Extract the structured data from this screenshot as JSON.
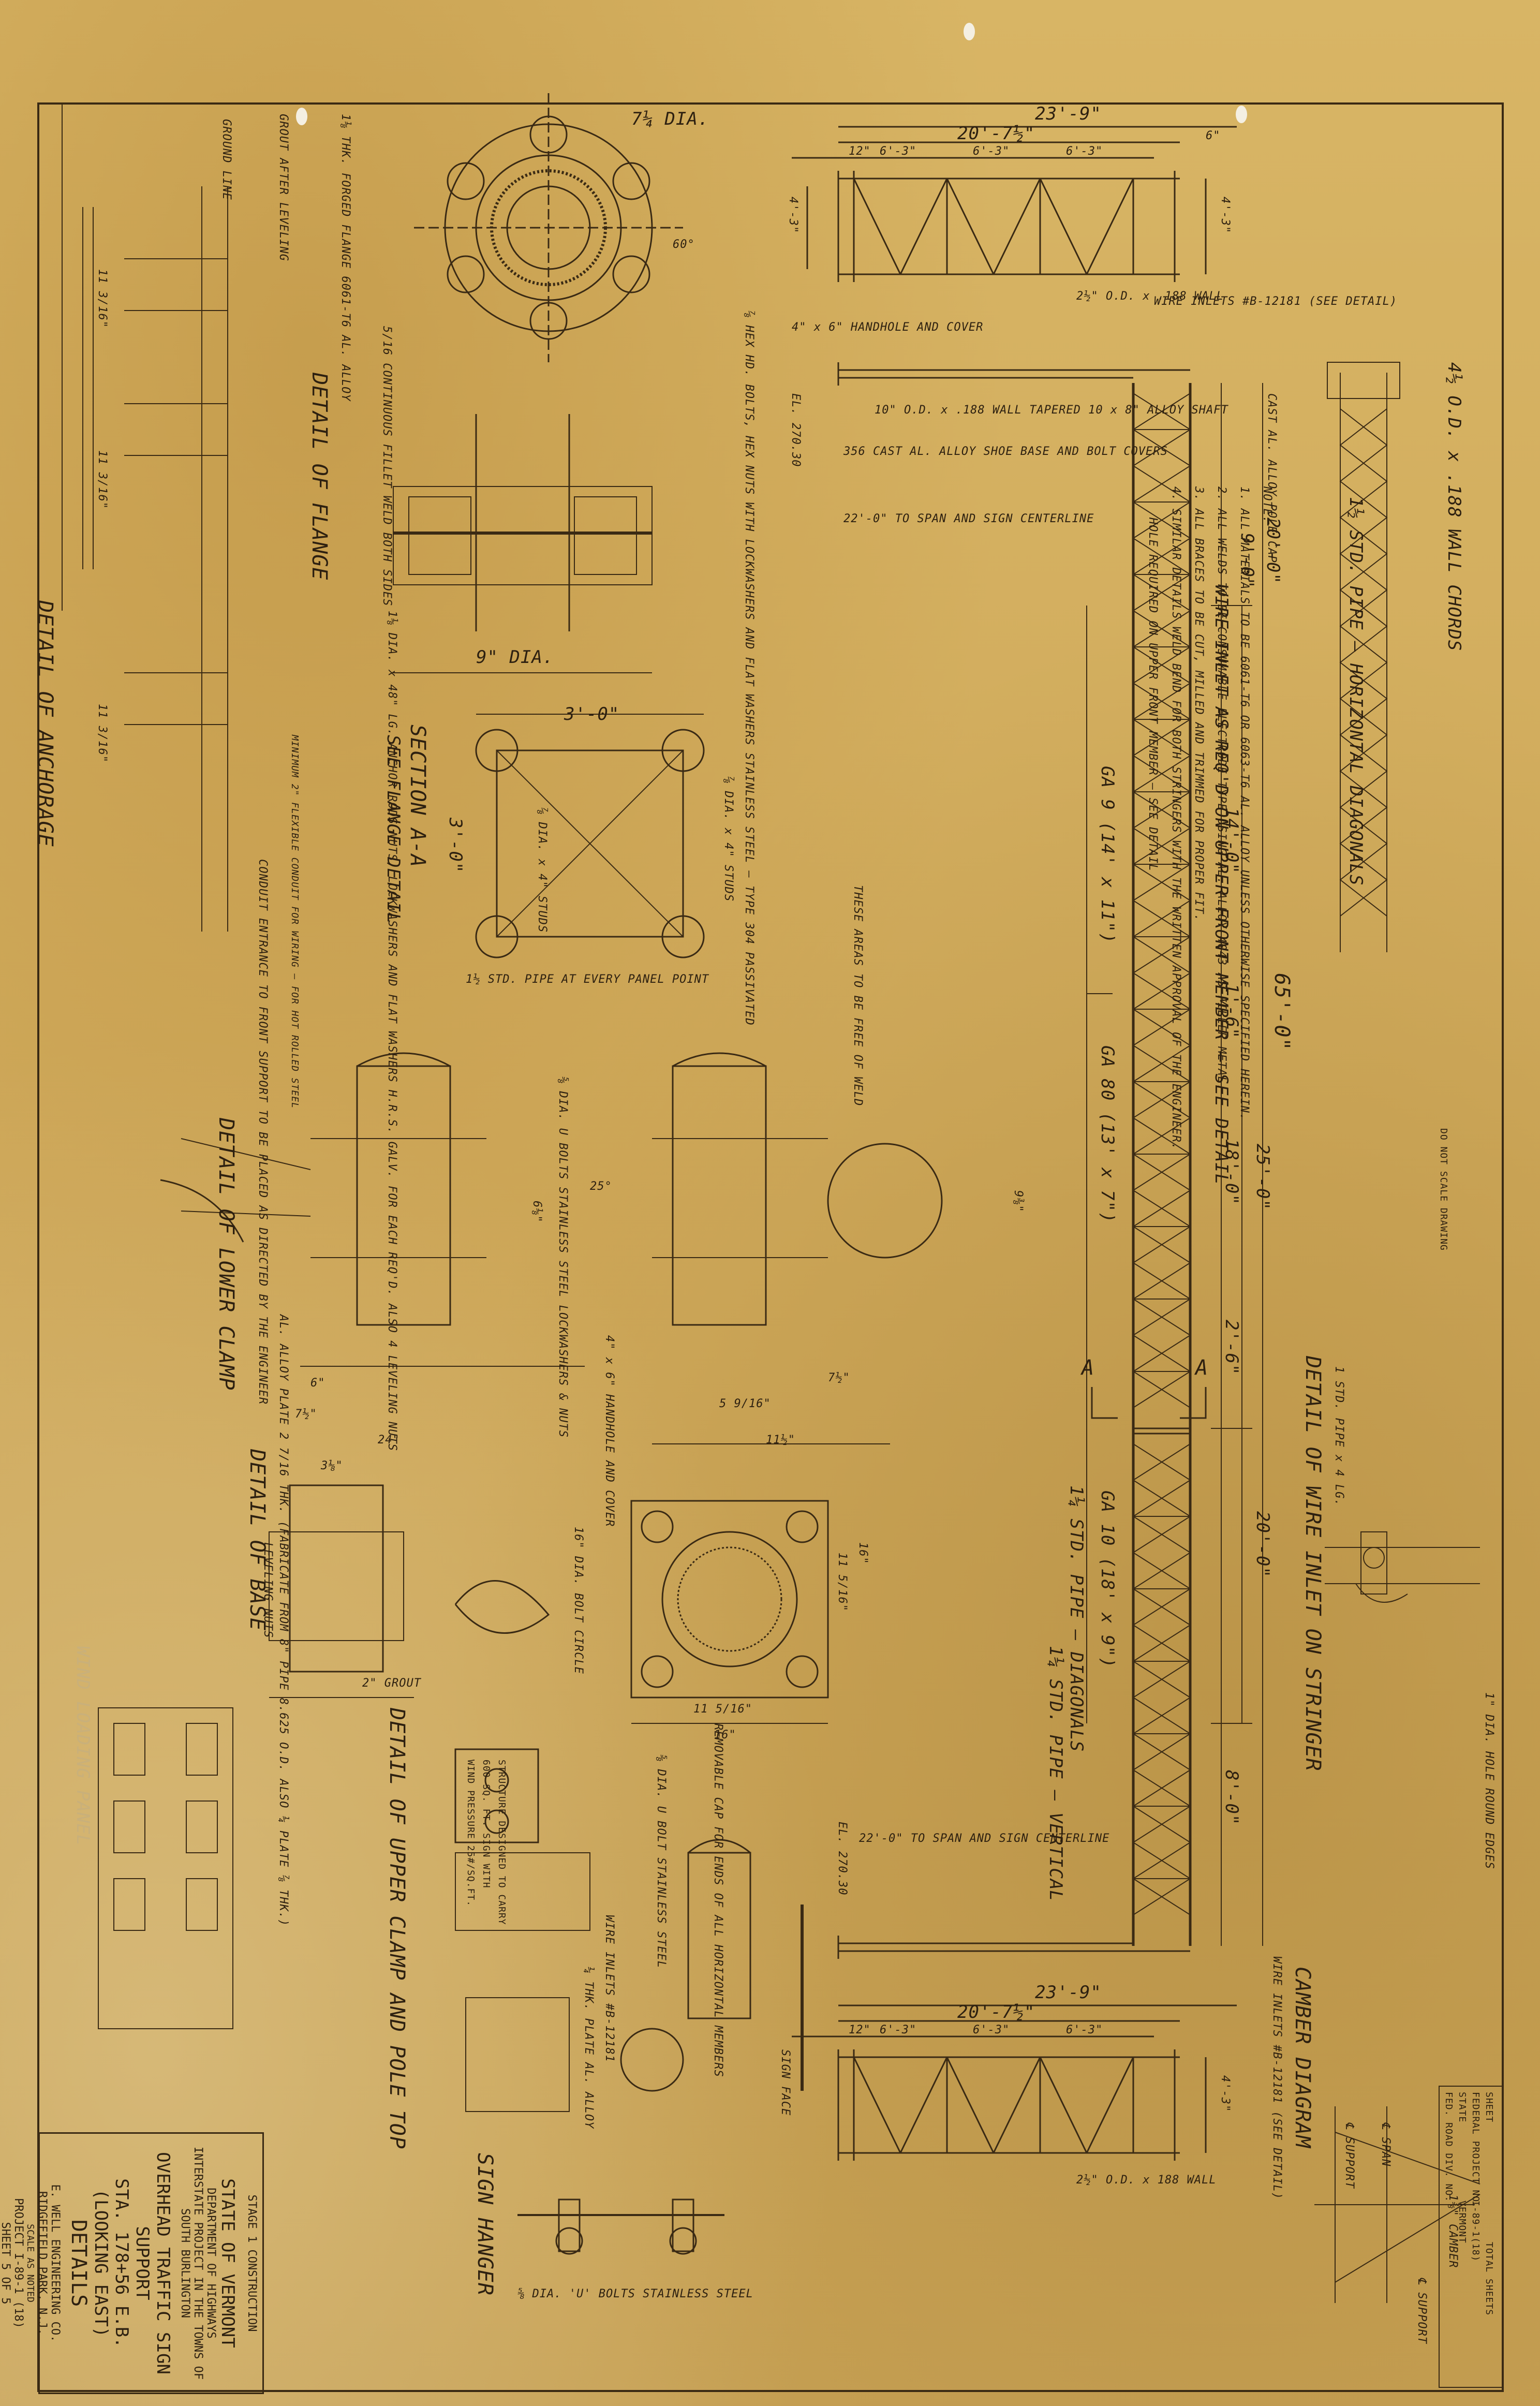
{
  "title_block": {
    "stage": "STAGE 1 CONSTRUCTION",
    "state": "STATE OF VERMONT",
    "department": "DEPARTMENT OF HIGHWAYS",
    "project_desc": "INTERSTATE PROJECT IN THE TOWNS OF",
    "town": "SOUTH BURLINGTON",
    "sign_title": "OVERHEAD TRAFFIC SIGN SUPPORT",
    "station": "STA. 178+56 E.B. (LOOKING EAST)",
    "details": "DETAILS",
    "engineer": "E. WELL ENGINEERING CO.",
    "location": "RIDGEFIELD PARK, N.J.",
    "scale": "SCALE AS NOTED",
    "project_no": "PROJECT I-89-1 (18)",
    "sheet": "SHEET 5 OF 5"
  },
  "header_box": {
    "col1": "FED. ROAD DIV. NO.",
    "col2": "STATE",
    "col3": "FEDERAL PROJECT NO.",
    "col4": "SHEET",
    "col5": "TOTAL SHEETS",
    "state_val": "VERMONT",
    "proj_val": "I-89-1(18)"
  },
  "stamp_note": "DO NOT SCALE DRAWING",
  "structure_note": [
    "STRUCTURE DESIGNED TO CARRY",
    "600 SQ. FT. SIGN WITH",
    "WIND PRESSURE 25#/SQ.FT."
  ],
  "views": {
    "top_plan": {
      "overall": "23'-9\"",
      "sub": "20'-7½\"",
      "panels": [
        "12\"",
        "6'-3\"",
        "6'-3\"",
        "6'-3\""
      ],
      "right": "6\"",
      "height": "4'-3\"",
      "pipe": "2½\" O.D. x .188 WALL",
      "handhole": "4\" x 6\" HANDHOLE AND COVER",
      "left_h": "4'-3\""
    },
    "bottom_plan": {
      "overall": "23'-9\"",
      "sub": "20'-7½\"",
      "panels": [
        "12\"",
        "6'-3\"",
        "6'-3\"",
        "6'-3\""
      ],
      "height": "4'-3\"",
      "pipe": "2½\" O.D. x 188 WALL"
    },
    "elevation": {
      "span": "65'-0\"",
      "seg1": "20'-0\"",
      "seg2": "25'-0\"",
      "seg3": "20'-0\"",
      "d1": "9'-0\"",
      "d2": "14'-0\"",
      "d3": "18'-0\"",
      "d4": "8'-0\"",
      "d5": "2'-6\"",
      "d6": "1'-6\"",
      "ga9": "GA 9 (14' x 11\")",
      "ga80": "GA 80 (13' x 7\")",
      "ga10": "GA 10 (18' x 9\")",
      "diag": "1¼ STD. PIPE — DIAGONALS",
      "vert": "1¼ STD. PIPE — VERTICAL",
      "horiz": "1½ STD. PIPE — HORIZONTAL DIAGONALS",
      "chords": "4½ O.D. x .188 WALL CHORDS",
      "shaft": "10\" O.D. x .188 WALL TAPERED 10 x 8\" ALLOY SHAFT",
      "shoe": "356 CAST AL. ALLOY SHOE BASE AND BOLT COVERS",
      "cap": "CAST AL. ALLOY POLE CAP",
      "centerline_top": "22'-0\" TO SPAN AND SIGN CENTERLINE",
      "centerline_bot": "22'-0\" TO SPAN AND SIGN CENTERLINE",
      "el_top": "EL. 270.30",
      "el_bot": "EL. 270.30",
      "wire_top": "WIRE INLETS #B-12181 (SEE DETAIL)",
      "wire_front": "WIRE INLET AS REQ'D ON UPPER FRONT MEMBER — SEE DETAIL",
      "wire_bot": "WIRE INLETS #B-12181 (SEE DETAIL)",
      "section": "A"
    },
    "flange": {
      "dia": "7¼ DIA.",
      "forged": "1⅛ THK. FORGED FLANGE 6061-T6 AL. ALLOY",
      "weld": "5/16 CONTINUOUS FILLET WELD BOTH SIDES",
      "bolts": "⅞ HEX HD. BOLTS, HEX NUTS WITH LOCKWASHERS AND FLAT WASHERS STAINLESS STEEL — TYPE 304 PASSIVATED",
      "diameter": "9\" DIA.",
      "angle": "60°",
      "label": "DETAIL OF FLANGE",
      "grout": "GROUT AFTER LEVELING"
    },
    "anchorage": {
      "label": "DETAIL OF ANCHORAGE",
      "ground": "GROUND LINE",
      "dim": "11 3/16\"",
      "rods": "1⅛ DIA. x 48\" LG. ANCHOR RODS NUTS, LOCKWASHERS AND FLAT WASHERS H.R.S. GALV. FOR EACH REQ'D. ALSO 4 LEVELING NUTS",
      "conduit": "MINIMUM 2\" FLEXIBLE CONDUIT FOR WIRING — FOR HOT ROLLED STEEL",
      "placed": "CONDUIT ENTRANCE TO FRONT SUPPORT TO BE PLACED AS DIRECTED BY THE ENGINEER"
    },
    "section_aa": {
      "width": "3'-0\"",
      "height": "3'-0\"",
      "studs1": "⅞ DIA. x 4\" STUDS",
      "studs2": "⅞ DIA. x 4\" STUDS",
      "pipe": "1½ STD. PIPE AT EVERY PANEL POINT",
      "label": "SECTION A-A",
      "see": "SEE FLANGE DETAIL"
    },
    "notes": {
      "title": "NOTE:",
      "items": [
        "1. ALL MATERIALS TO BE 6061-T6 OR 6063-T6 AL. ALLOY UNLESS OTHERWISE SPECIFIED HEREIN.",
        "2. ALL WELDS TO BE CONSUMABLE ELECTRODE TYPE USING AL. ALLOY 4043 AS FILLER METAL.",
        "3. ALL BRACES TO BE CUT, MILLED AND TRIMMED FOR PROPER FIT.",
        "4. SIMILAR DETAILS WELD BEND FOR BOTH STRINGERS WITH THE WRITTEN APPROVAL OF THE ENGINEER."
      ],
      "areas": "THESE AREAS TO BE FREE OF WELD",
      "fill": "HOLE REQUIRED ON UPPER FRONT MEMBER — SEE DETAIL"
    },
    "lower_clamp": {
      "label": "DETAIL OF LOWER CLAMP",
      "ubolts": "⅝ DIA. U BOLTS STAINLESS STEEL LOCKWASHERS & NUTS",
      "plate": "AL. ALLOY PLATE 2 7/16 THK. (FABRICATE FROM 8\" PIPE 8.625 O.D. ALSO ¼ PLATE ⅞ THK.)",
      "d1": "6\"",
      "d2": "7½\"",
      "d3": "5 9/16\"",
      "d4": "7½\"",
      "d5": "11½\"",
      "d6": "9⅜\"",
      "d7": "25°",
      "handhole": "4\" x 6\" HANDHOLE AND COVER",
      "dim_a": "6⅛\""
    },
    "base": {
      "label": "DETAIL OF BASE",
      "w": "24\"",
      "h": "3⅛\"",
      "level": "LEVELING NUTS",
      "grout": "2\" GROUT",
      "circle": "16\" DIA. BOLT CIRCLE",
      "d1": "16\"",
      "d2": "11 5/16\"",
      "d3": "11 5/16\"",
      "d4": "16\""
    },
    "upper_clamp": {
      "label": "DETAIL OF UPPER CLAMP AND POLE TOP",
      "ubolts": "⅝ DIA. U BOLT STAINLESS STEEL",
      "cap": "REMOVABLE CAP FOR ENDS OF ALL HORIZONTAL MEMBERS"
    },
    "hanger": {
      "label": "SIGN HANGER",
      "ubolts": "⅝ DIA. 'U' BOLTS STAINLESS STEEL",
      "wire": "WIRE INLETS #B-12181",
      "plate": "¼ THK. PLATE AL. ALLOY",
      "face": "SIGN FACE"
    },
    "stringer": {
      "label": "DETAIL OF WIRE INLET ON STRINGER",
      "pipe": "1 STD. PIPE x 4 LG.",
      "hole": "1\" DIA. HOLE ROUND EDGES"
    },
    "camber": {
      "label": "CAMBER DIAGRAM",
      "support1": "℄ SUPPORT",
      "span": "℄ SPAN",
      "support2": "℄ SUPPORT",
      "camber": "1⅜\" CAMBER"
    },
    "wire_loading": "WIND LOADING PANEL"
  }
}
